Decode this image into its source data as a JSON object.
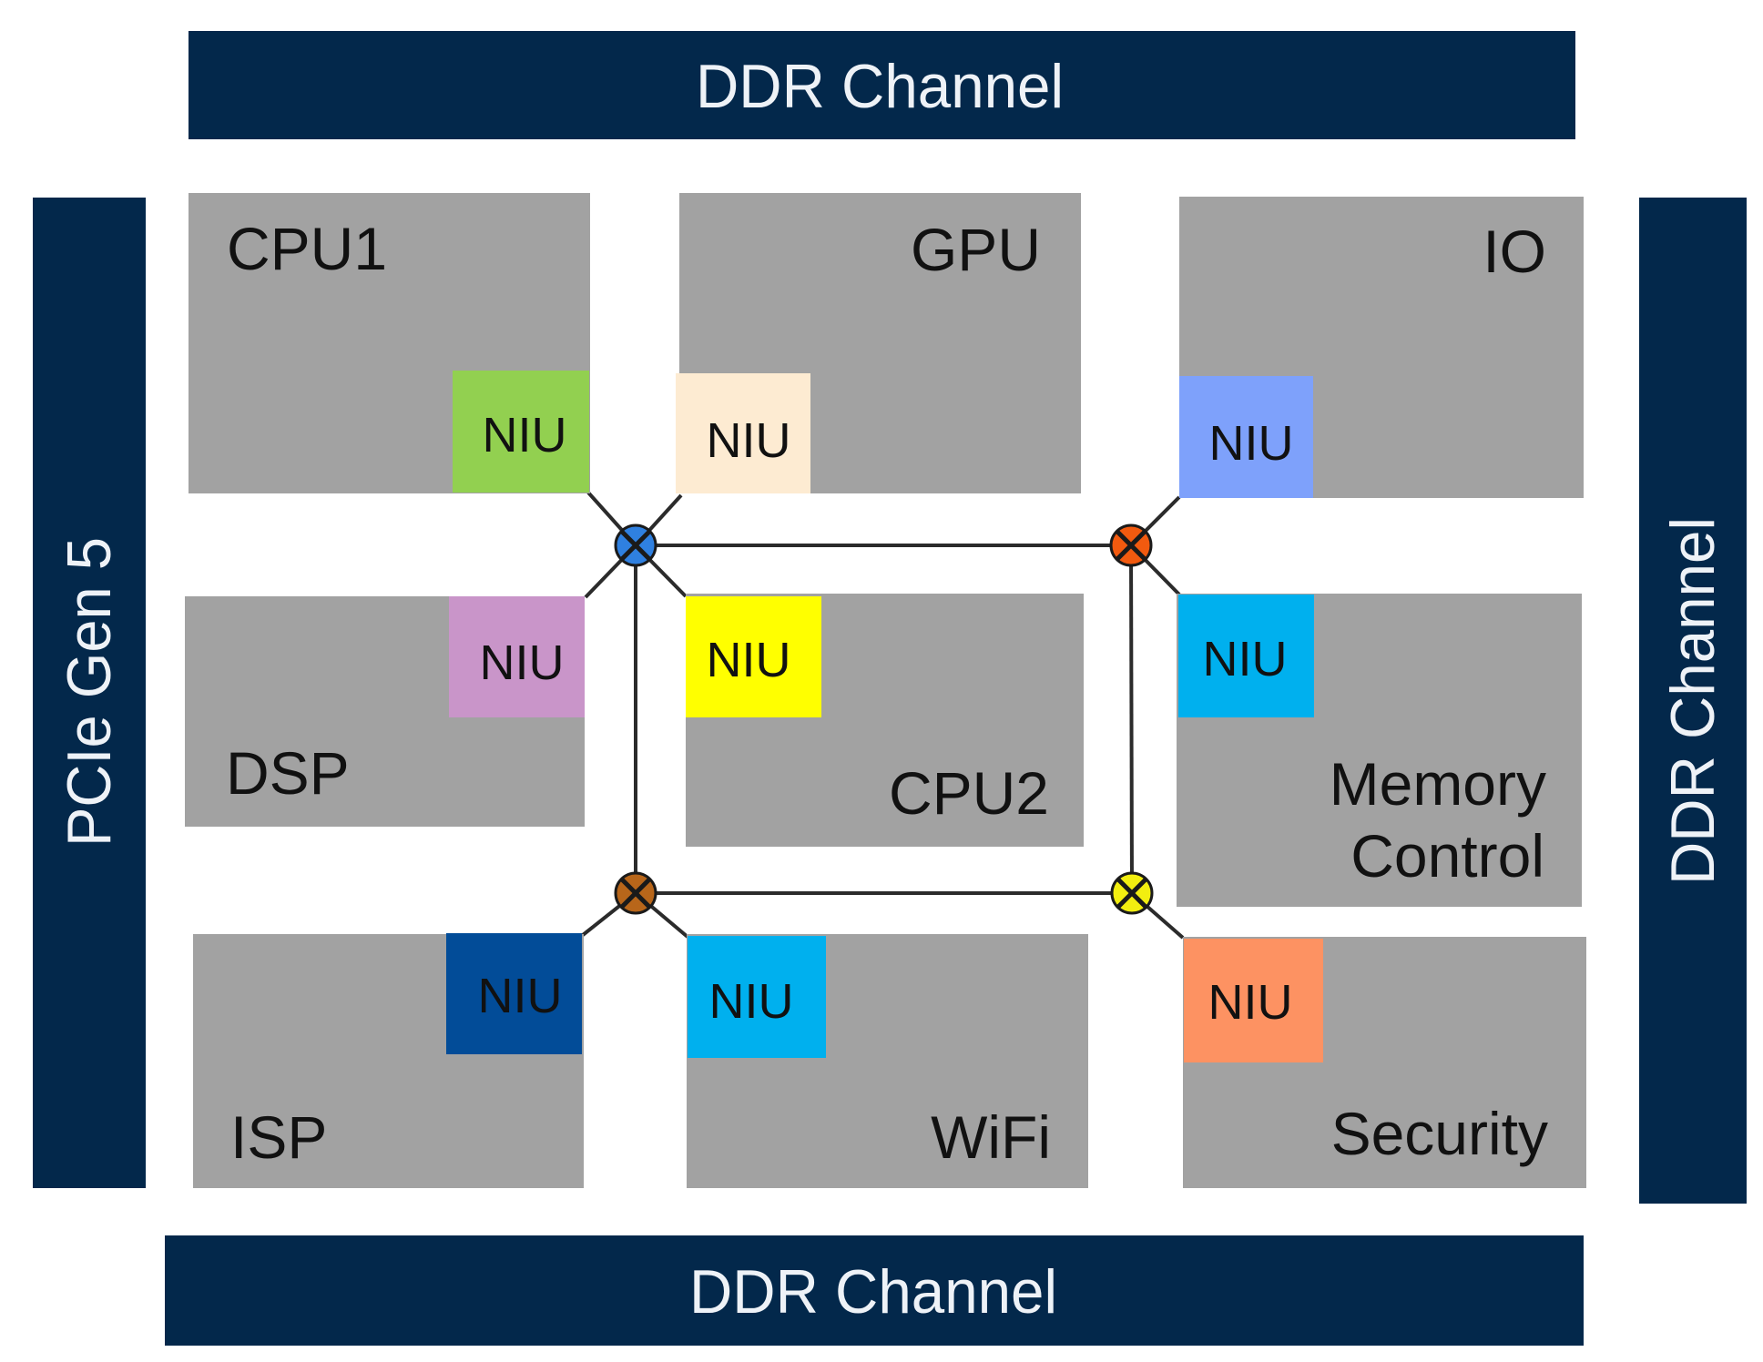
{
  "diagram": {
    "title": "Network-on-Chip SoC Block Diagram",
    "interfaces": {
      "ddr_top": "DDR Channel",
      "ddr_bottom": "DDR Channel",
      "ddr_right": "DDR Channel",
      "pcie_left": "PCIe Gen 5"
    },
    "blocks": [
      {
        "id": "cpu1",
        "label": "CPU1",
        "niu_label": "NIU",
        "niu_color": "#92d050"
      },
      {
        "id": "gpu",
        "label": "GPU",
        "niu_label": "NIU",
        "niu_color": "#fdebd2"
      },
      {
        "id": "io",
        "label": "IO",
        "niu_label": "NIU",
        "niu_color": "#7ea1fb"
      },
      {
        "id": "dsp",
        "label": "DSP",
        "niu_label": "NIU",
        "niu_color": "#c995c9"
      },
      {
        "id": "cpu2",
        "label": "CPU2",
        "niu_label": "NIU",
        "niu_color": "#ffff00"
      },
      {
        "id": "memory_control",
        "label_line1": "Memory",
        "label_line2": "Control",
        "niu_label": "NIU",
        "niu_color": "#00b0ee"
      },
      {
        "id": "isp",
        "label": "ISP",
        "niu_label": "NIU",
        "niu_color": "#024c98"
      },
      {
        "id": "wifi",
        "label": "WiFi",
        "niu_label": "NIU",
        "niu_color": "#00b0ee"
      },
      {
        "id": "security",
        "label": "Security",
        "niu_label": "NIU",
        "niu_color": "#fd9262"
      }
    ],
    "switches": [
      {
        "id": "switch-top-left",
        "color": "#2f80e0",
        "connects": [
          "cpu1",
          "gpu",
          "dsp",
          "cpu2"
        ]
      },
      {
        "id": "switch-top-right",
        "color": "#f25a0f",
        "connects": [
          "io",
          "memory_control"
        ]
      },
      {
        "id": "switch-bottom-left",
        "color": "#b8661a",
        "connects": [
          "isp",
          "wifi"
        ]
      },
      {
        "id": "switch-bottom-right",
        "color": "#f2ee10",
        "connects": [
          "security"
        ]
      }
    ],
    "colors": {
      "interface_bar": "#03284b",
      "block_fill": "#a2a2a2"
    }
  }
}
